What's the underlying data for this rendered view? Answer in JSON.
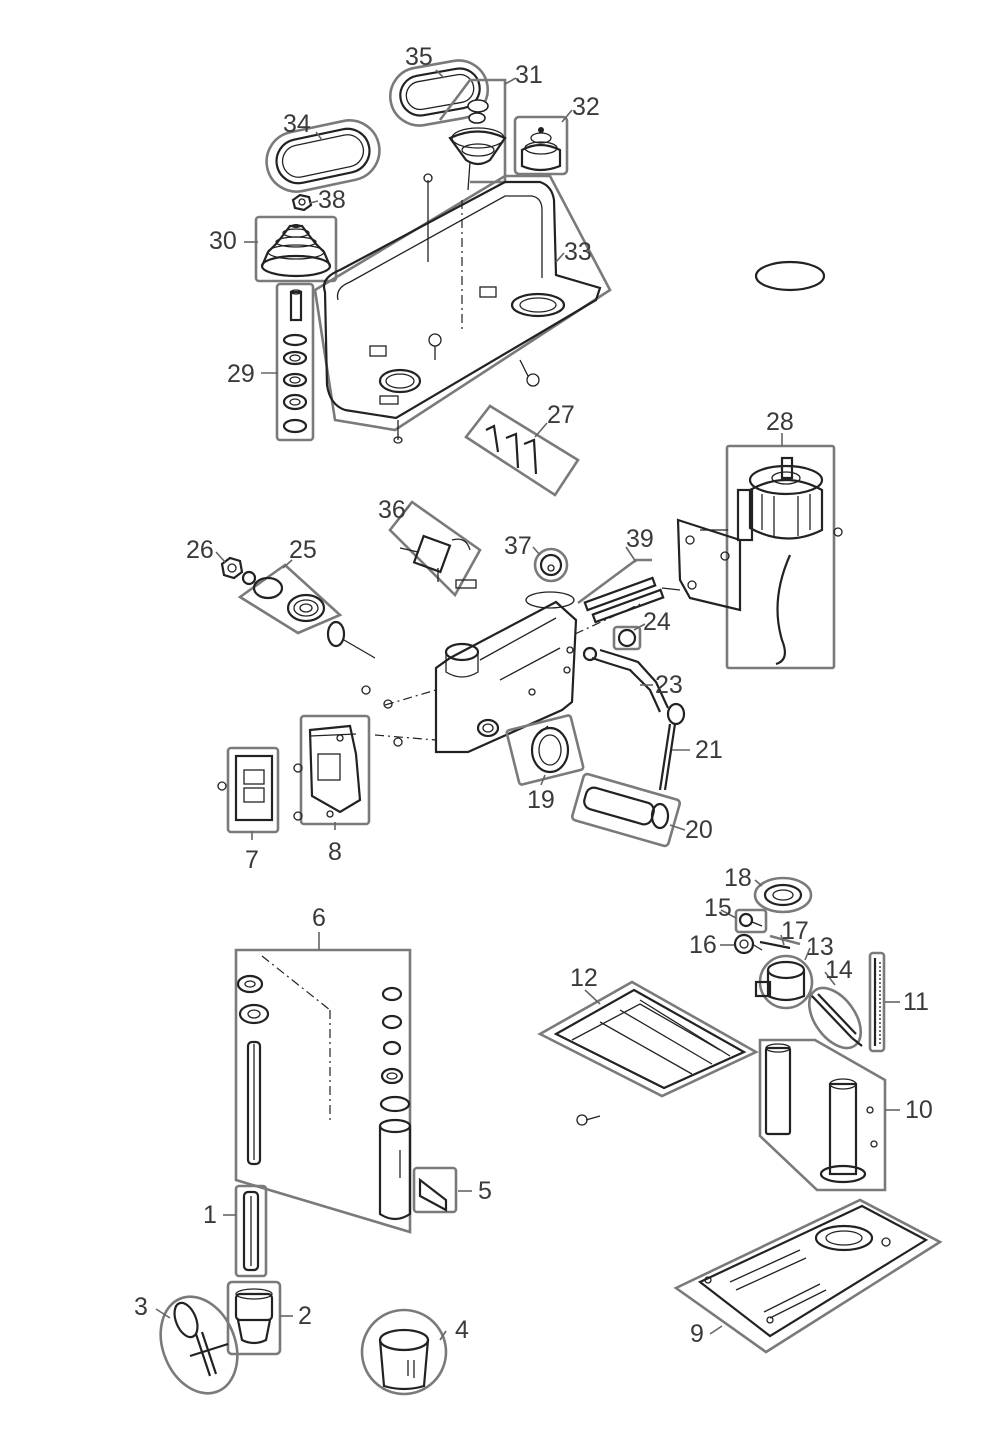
{
  "labels": {
    "p1": "1",
    "p2": "2",
    "p3": "3",
    "p4": "4",
    "p5": "5",
    "p6": "6",
    "p7": "7",
    "p8": "8",
    "p9": "9",
    "p10": "10",
    "p11": "11",
    "p12": "12",
    "p13": "13",
    "p14": "14",
    "p15": "15",
    "p16": "16",
    "p17": "17",
    "p18": "18",
    "p19": "19",
    "p20": "20",
    "p21": "21",
    "p23": "23",
    "p24": "24",
    "p25": "25",
    "p26": "26",
    "p27": "27",
    "p28": "28",
    "p29": "29",
    "p30": "30",
    "p31": "31",
    "p32": "32",
    "p33": "33",
    "p34": "34",
    "p35": "35",
    "p36": "36",
    "p37": "37",
    "p38": "38",
    "p39": "39"
  }
}
